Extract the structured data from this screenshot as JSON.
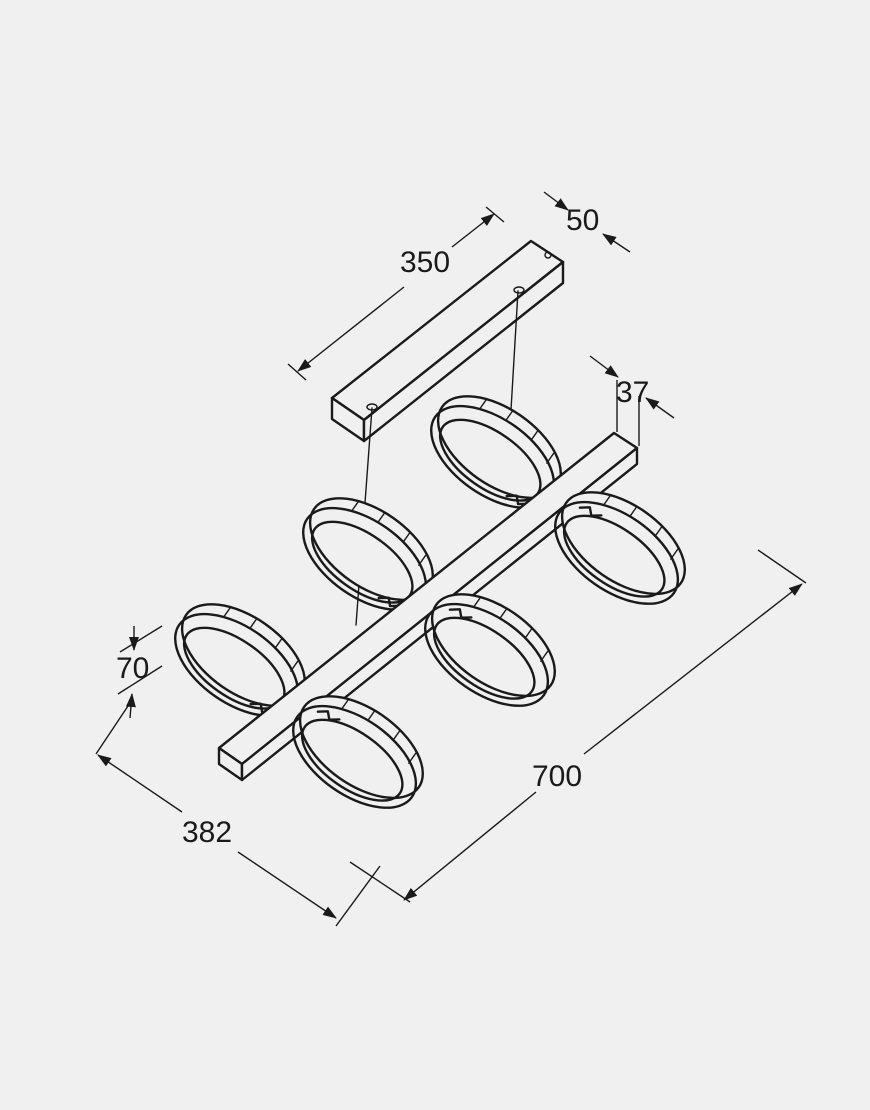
{
  "dimensions": {
    "canopy_length": "350",
    "canopy_width": "50",
    "bar_width": "37",
    "ring_height": "70",
    "total_length": "700",
    "total_width": "382"
  },
  "colors": {
    "background": "#f0f0f0",
    "line": "#1a1a1a"
  }
}
